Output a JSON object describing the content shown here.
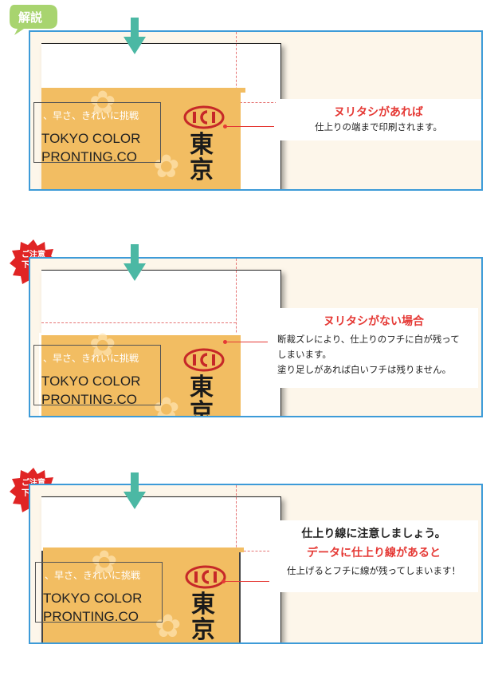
{
  "badge_explain": "解説",
  "badge_caution_line1": "ご注意",
  "badge_caution_line2": "下さい",
  "card": {
    "tagline": "、早さ、きれいに挑戦",
    "line1": "TOKYO COLOR",
    "line2": "PRONTING.CO",
    "kanji": "東京"
  },
  "panels": [
    {
      "heading": "ヌリタシがあれば",
      "body": "仕上りの端まで印刷されます。"
    },
    {
      "heading": "ヌリタシがない場合",
      "body1": "断裁ズレにより、仕上りのフチに白が残って",
      "body2": "しまいます。",
      "body3": "塗り足しがあれば白いフチは残りません。"
    },
    {
      "sub": "仕上り線に注意しましょう。",
      "heading": "データに仕上り線があると",
      "body": "仕上げるとフチに線が残ってしまいます！"
    }
  ],
  "colors": {
    "frame": "#3d9bd8",
    "accent": "#e53935",
    "arrow": "#4bb8a4",
    "badge_green": "#a8d46f",
    "badge_red": "#e02424"
  }
}
